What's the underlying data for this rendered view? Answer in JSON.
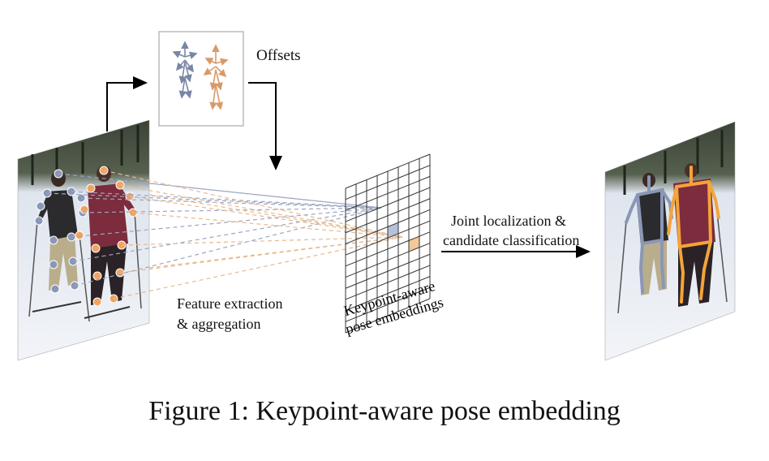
{
  "labels": {
    "offsets": "Offsets",
    "feature_line1": "Feature extraction",
    "feature_line2": "& aggregation",
    "embedding_line1": "Keypoint-aware",
    "embedding_line2": "pose embeddings",
    "joint_line1": "Joint localization &",
    "joint_line2": "candidate classification"
  },
  "caption": "Figure 1: Keypoint-aware pose embedding",
  "colors": {
    "blue_skeleton": "#8a97b6",
    "orange_skeleton": "#e0a36c",
    "orange_bright": "#f3a43a",
    "arrow": "#000000",
    "grid": "#333333",
    "snow": "#e8ecf2",
    "trees": "#2c3528"
  },
  "grid": {
    "rows": 13,
    "cols": 8
  }
}
